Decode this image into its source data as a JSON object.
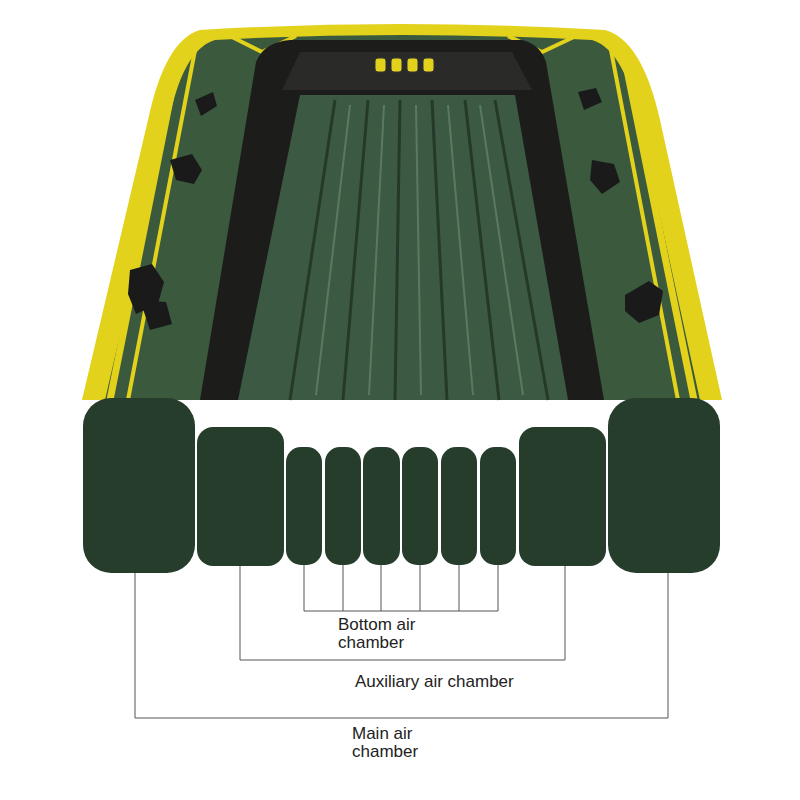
{
  "diagram": {
    "labels": [
      "Bottom air chamber",
      "Auxiliary air chamber",
      "Main air chamber"
    ]
  }
}
